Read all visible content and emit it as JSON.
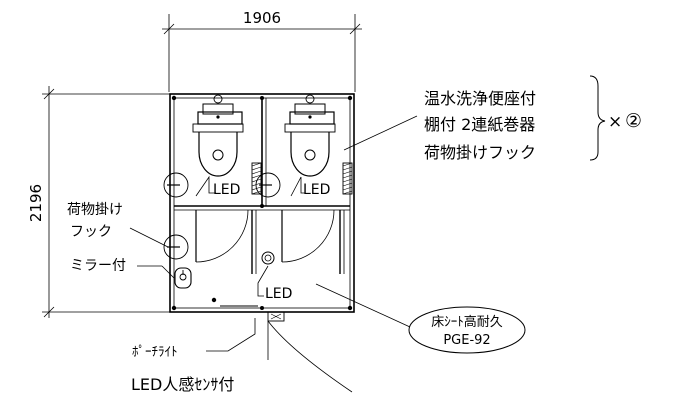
{
  "dimensions": {
    "width": "1906",
    "depth": "2196"
  },
  "fixture_callout": {
    "lines": [
      "温水洗浄便座付",
      "棚付 2連紙巻器",
      "荷物掛けフック"
    ],
    "multiplier": "×",
    "count_symbol": "②"
  },
  "labels": {
    "led_stall_left": "LED",
    "led_stall_right": "LED",
    "led_vestibule": "LED",
    "coat_hook_line1": "荷物掛け",
    "coat_hook_line2": "フック",
    "mirror": "ミラー付",
    "porch_light": "ﾎﾟｰﾁﾗｲﾄ",
    "led_sensor": "LED人感ｾﾝｻ付"
  },
  "floor_sheet": {
    "line1": "床ｼｰﾄ高耐久",
    "line2": "PGE-92"
  }
}
